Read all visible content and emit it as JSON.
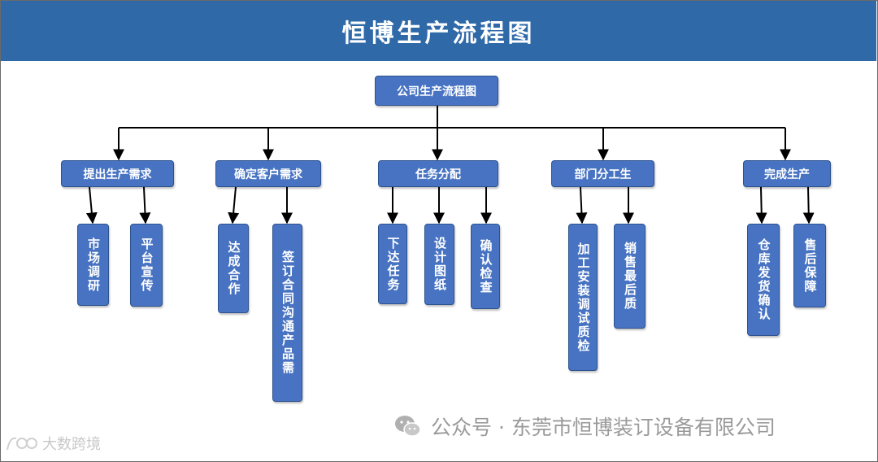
{
  "title": "恒博生产流程图",
  "root": "公司生产流程图",
  "branches": [
    {
      "label": "提出生产需求",
      "children": [
        "市场调研",
        "平台宣传"
      ]
    },
    {
      "label": "确定客户需求",
      "children": [
        "达成合作",
        "签订合同沟通产品需"
      ]
    },
    {
      "label": "任务分配",
      "children": [
        "下达任务",
        "设计图纸",
        "确认检查"
      ]
    },
    {
      "label": "部门分工生",
      "children": [
        "加工安装调试质检",
        "销售最后质"
      ]
    },
    {
      "label": "完成生产",
      "children": [
        "仓库发货确认",
        "售后保障"
      ]
    }
  ],
  "watermark": {
    "main_icon": "wechat-icon",
    "main_text": "公众号 · 东莞市恒博装订设备有限公司",
    "corner_icon": "camera-logo-icon",
    "corner_text": "大数跨境"
  },
  "colors": {
    "header": "#2f69a8",
    "box": "#4773c2",
    "line": "#000000"
  }
}
